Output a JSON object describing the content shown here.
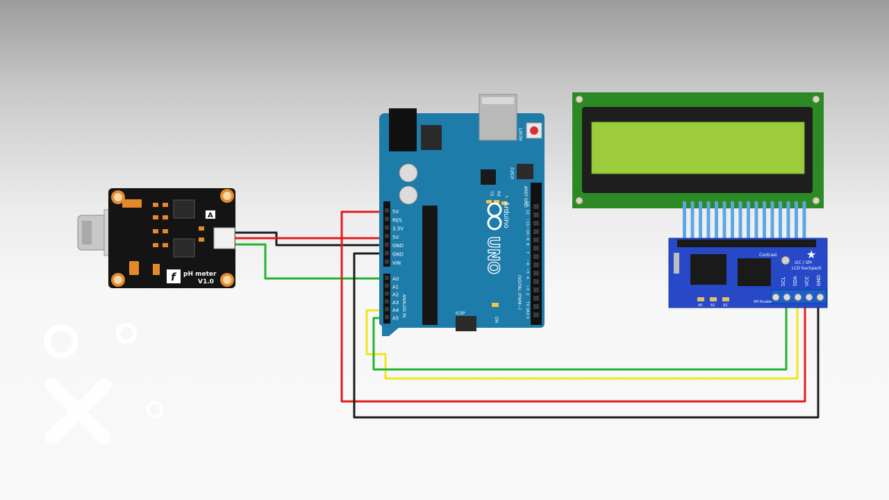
{
  "ph_sensor": {
    "label_line1": "pH meter",
    "label_line2": "V1.0",
    "logo_glyph": "f",
    "corner_letter": "A"
  },
  "arduino": {
    "brand": "Arduino",
    "model": "UNO",
    "reset_label": "RESET",
    "icsp_top": "ICSP2",
    "icsp_bottom": "ICSP",
    "aref": "AREF",
    "gnd_top": "GND",
    "tx_led": "TX",
    "rx_led": "RX",
    "l_led": "L",
    "on_led": "ON",
    "digital_label": "DIGITAL (PWM~)",
    "analog_label": "ANALOG IN",
    "digital_pins": [
      "13",
      "12",
      "~11",
      "~10",
      "~9",
      "8",
      "7",
      "~6",
      "~5",
      "4",
      "~3",
      "2",
      "TX 1",
      "RX 0"
    ],
    "power_pins": [
      "5V",
      "RES",
      "3.3V",
      "5V",
      "GND",
      "GND",
      "VIN"
    ],
    "analog_pins": [
      "A0",
      "A1",
      "A2",
      "A3",
      "A4",
      "A5"
    ]
  },
  "lcd_backpack": {
    "contrast": "Contrast",
    "title_line1": "I2C / SPI",
    "title_line2": "LCD backpack",
    "pins": [
      "SCL",
      "SDA",
      "VCC",
      "GND"
    ],
    "addr_pads": [
      "A0",
      "A1",
      "A2"
    ],
    "spi_enable": "SPI Enable"
  },
  "colors": {
    "wire_red": "#e11c1c",
    "wire_black": "#1a1a1a",
    "wire_green": "#22b330",
    "wire_yellow": "#f2e619",
    "arduino_blue": "#1e7cab",
    "lcd_pcb": "#2c8a24",
    "lcd_screen": "#9ccc3c",
    "backpack_blue": "#2749c8",
    "sensor_board": "#141414"
  }
}
